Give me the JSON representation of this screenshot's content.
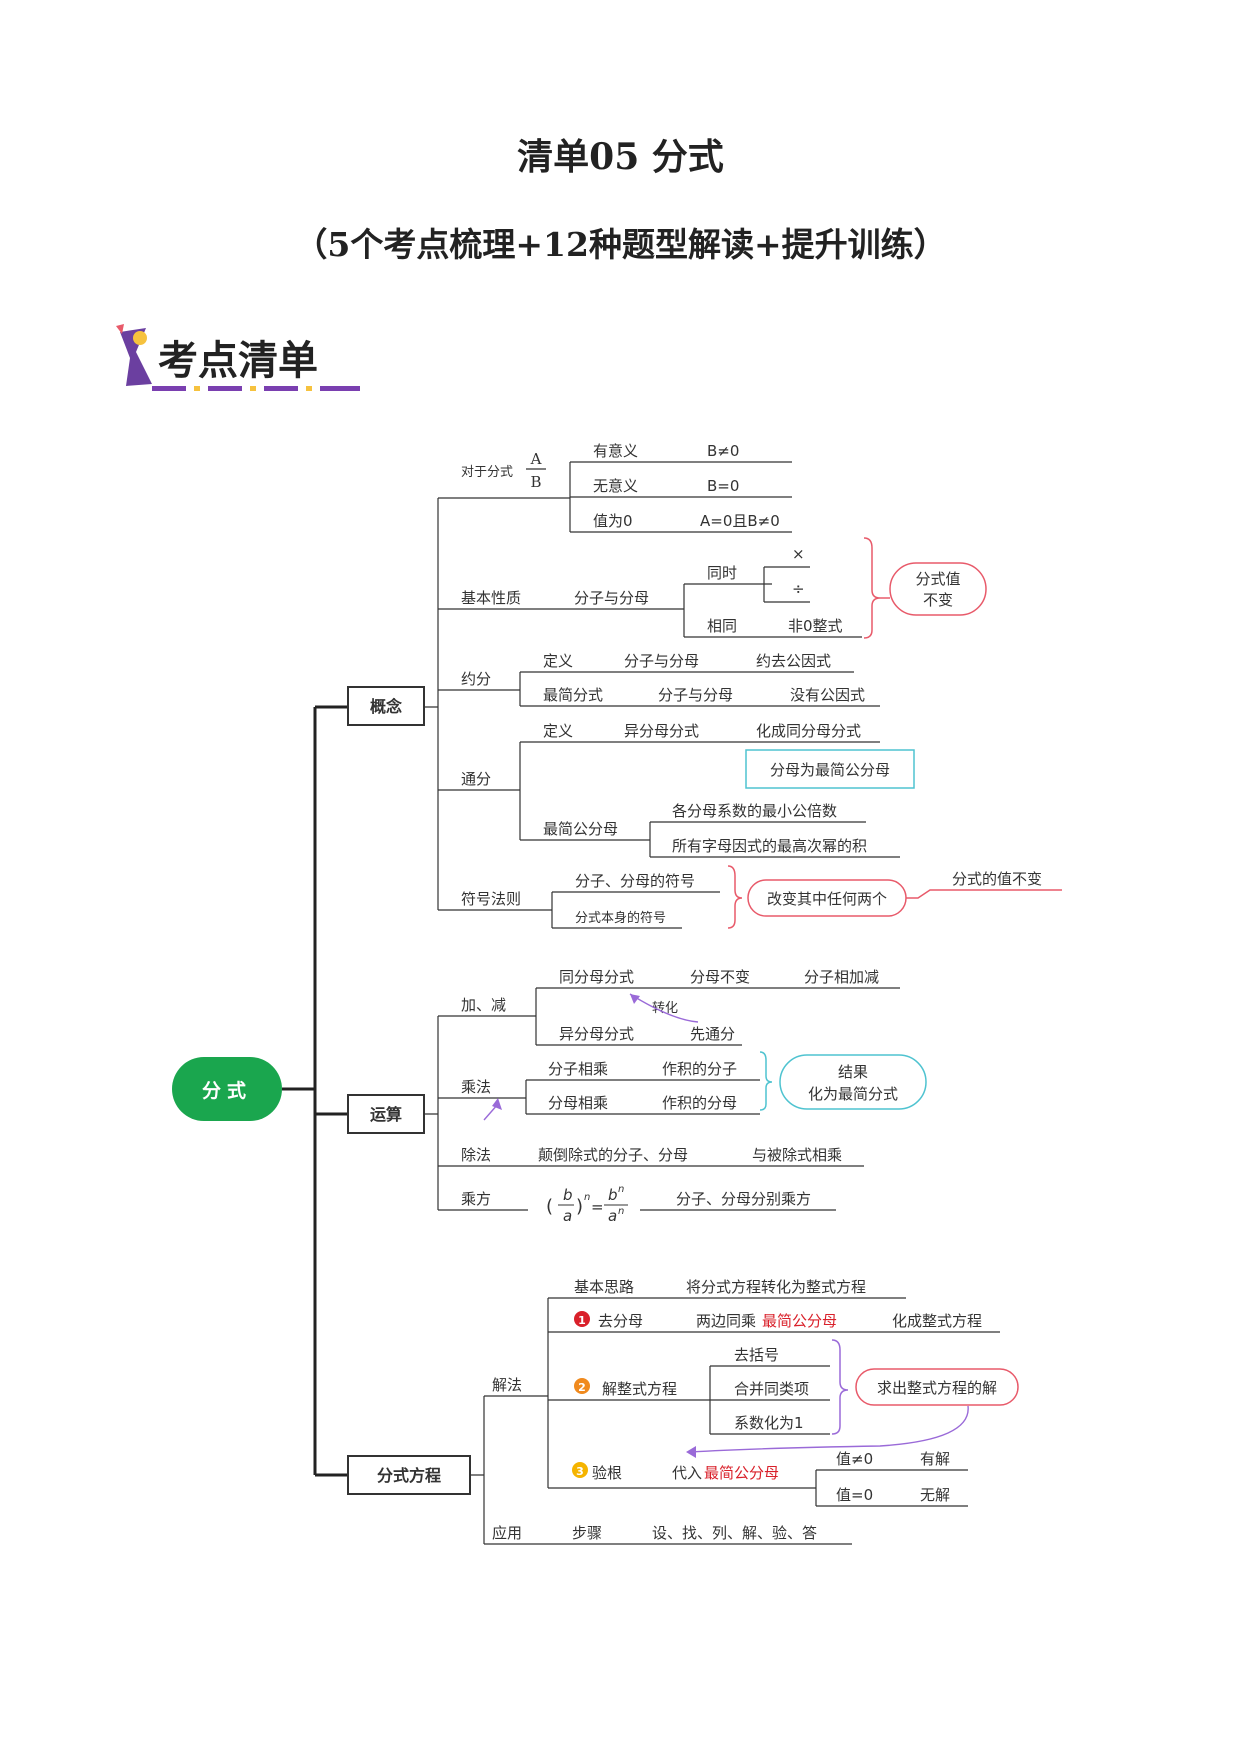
{
  "header": {
    "title": "清单05  分式",
    "subtitle": "（5个考点梳理+12种题型解读+提升训练）"
  },
  "badge": {
    "text": "考点清单"
  },
  "colors": {
    "root": "#1aa64e",
    "red": "#d9202a",
    "pink": "#e85a6a",
    "cyan": "#4fc3d0",
    "purple": "#9a6ad8",
    "orange": "#f08a1e",
    "yellow": "#f5b400"
  },
  "mindmap": {
    "root": "分式",
    "concept": {
      "label": "概念",
      "for_fraction": "对于分式",
      "frac_num": "A",
      "frac_den": "B",
      "meaningful": "有意义",
      "meaningful_cond": "B≠0",
      "meaningless": "无意义",
      "meaningless_cond": "B=0",
      "zero": "值为0",
      "zero_cond": "A=0且B≠0",
      "basic_property": "基本性质",
      "num_den": "分子与分母",
      "same_time": "同时",
      "times": "×",
      "divide": "÷",
      "same": "相同",
      "nonzero": "非0整式",
      "value_unchanged": [
        "分式值",
        "不变"
      ],
      "reduce": "约分",
      "reduce_def": "定义",
      "reduce_def_obj": "分子与分母",
      "reduce_def_act": "约去公因式",
      "simplest": "最简分式",
      "simplest_obj": "分子与分母",
      "simplest_cond": "没有公因式",
      "common": "通分",
      "common_def": "定义",
      "common_def_obj": "异分母分式",
      "common_def_act": "化成同分母分式",
      "common_note": "分母为最简公分母",
      "lcd": "最简公分母",
      "lcd_1": "各分母系数的最小公倍数",
      "lcd_2": "所有字母因式的最高次幂的积",
      "sign_rule": "符号法则",
      "sign_1": "分子、分母的符号",
      "sign_2": "分式本身的符号",
      "sign_change": "改变其中任何两个",
      "sign_result": "分式的值不变"
    },
    "ops": {
      "label": "运算",
      "add_sub": "加、减",
      "same_den": "同分母分式",
      "same_den_1": "分母不变",
      "same_den_2": "分子相加减",
      "convert": "转化",
      "diff_den": "异分母分式",
      "diff_den_1": "先通分",
      "mul": "乘法",
      "mul_1": "分子相乘",
      "mul_1r": "作积的分子",
      "mul_2": "分母相乘",
      "mul_2r": "作积的分母",
      "mul_result": [
        "结果",
        "化为最简分式"
      ],
      "div": "除法",
      "div_1": "颠倒除式的分子、分母",
      "div_2": "与被除式相乘",
      "pow": "乘方",
      "pow_formula": {
        "b": "b",
        "a": "a",
        "n": "n"
      },
      "pow_desc": "分子、分母分别乘方"
    },
    "equation": {
      "label": "分式方程",
      "solve": "解法",
      "idea": "基本思路",
      "idea_desc": "将分式方程转化为整式方程",
      "step1_num": "1",
      "step1": "去分母",
      "step1_a": "两边同乘",
      "step1_b": "最简公分母",
      "step1_c": "化成整式方程",
      "step2_num": "2",
      "step2": "解整式方程",
      "step2_1": "去括号",
      "step2_2": "合并同类项",
      "step2_3": "系数化为1",
      "step2_result": "求出整式方程的解",
      "step3_num": "3",
      "step3": "验根",
      "step3_a": "代入",
      "step3_b": "最简公分母",
      "val_nonzero": "值≠0",
      "has_solution": "有解",
      "val_zero": "值=0",
      "no_solution": "无解",
      "apply": "应用",
      "steps": "步骤",
      "steps_desc": "设、找、列、解、验、答"
    }
  }
}
